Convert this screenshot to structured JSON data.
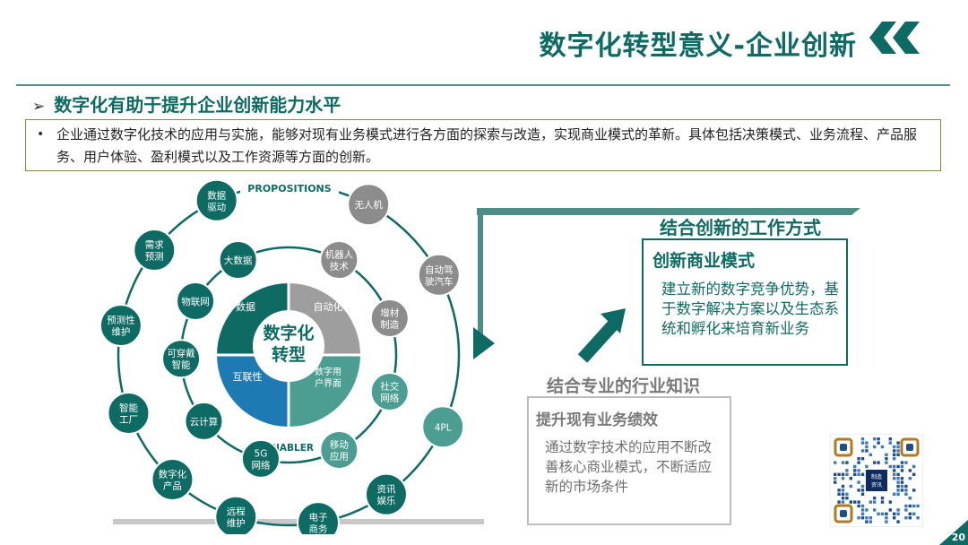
{
  "title": "数字化转型意义-企业创新",
  "subheading": "数字化有助于提升企业创新能力水平",
  "bullet_text": "企业通过数字化技术的应用与实施，能够对现有业务模式进行各方面的探索与改造，实现商业模式的革新。具体包括决策模式、业务流程、产品服务、用户体验、盈利模式以及工作资源等方面的创新。",
  "diagram": {
    "center_label": [
      "数字化",
      "转型"
    ],
    "quadrants": [
      "数据",
      "自动化",
      "互联性",
      "数字用户界面"
    ],
    "propositions_label": "PROPOSITIONS",
    "enabler_label": "ENABLER",
    "outer_nodes": [
      "数据驱动",
      "需求预测",
      "预测性维护",
      "智能工厂",
      "数字化产品",
      "远程维护",
      "电子商务",
      "资讯娱乐",
      "4PL",
      "自动驾驶汽车",
      "无人机"
    ],
    "inner_nodes": [
      "大数据",
      "物联网",
      "可穿戴智能",
      "云计算",
      "5G网络",
      "移动应用",
      "社交网络",
      "增材制造",
      "机器人技术"
    ]
  },
  "right": {
    "header_top": "结合创新的工作方式",
    "box_top_title": "创新商业模式",
    "box_top_body": "建立新的数字竞争优势，基于数字解决方案以及生态系统和孵化来培育新业务",
    "header_bottom": "结合专业的行业知识",
    "box_bottom_title": "提升现有业务绩效",
    "box_bottom_body": "通过数字技术的应用不断改善核心商业模式，不断适应新的市场条件"
  },
  "qr_center_text": [
    "制造",
    "资讯"
  ],
  "page_number": "20",
  "colors": {
    "primary": "#0d6b63",
    "quadrant_data": "#0d6b63",
    "quadrant_automation": "#9e9e9e",
    "quadrant_connectivity": "#1d7ab3",
    "quadrant_ui": "#4d9e92",
    "node_gray": "#8c8c8c",
    "gray_text": "#7a7a7a"
  }
}
